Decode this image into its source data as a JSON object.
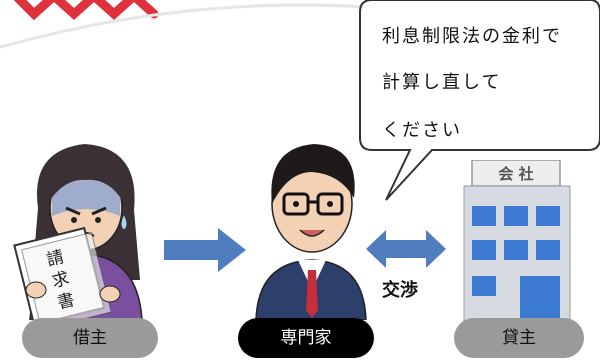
{
  "bubble": {
    "line1": "利息制限法の金利で",
    "line2": "計算し直して",
    "line3": "ください"
  },
  "labels": {
    "borrower": "借主",
    "expert": "専門家",
    "lender": "貸主",
    "negotiation": "交渉"
  },
  "document_text": [
    "請",
    "求",
    "書"
  ],
  "building_sign": "会 社",
  "colors": {
    "title_red": "#e0323c",
    "arrow_blue": "#4f7dc0",
    "pill_gray": "#9a9a9a",
    "pill_black": "#000000"
  }
}
